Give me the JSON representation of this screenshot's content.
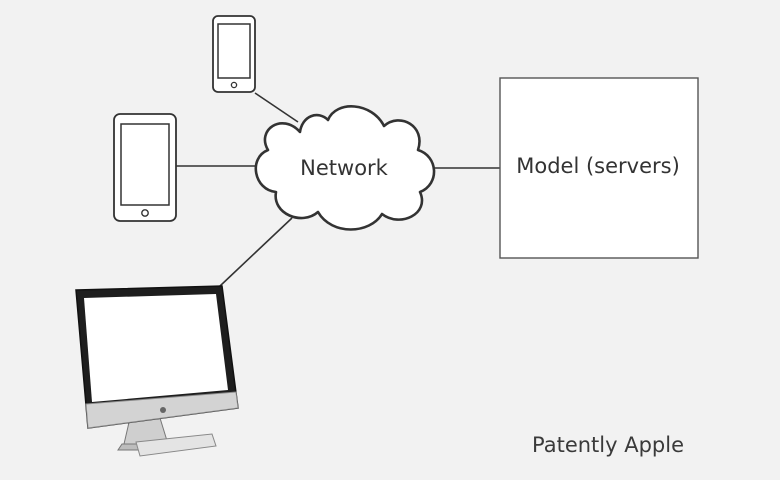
{
  "network": {
    "label": "Network"
  },
  "server": {
    "label": "Model (servers)"
  },
  "devices": [
    {
      "kind": "phone",
      "icon": "smartphone-icon"
    },
    {
      "kind": "tablet",
      "icon": "tablet-icon"
    },
    {
      "kind": "desktop",
      "icon": "desktop-computer-icon"
    }
  ],
  "watermark": "Patently Apple",
  "colors": {
    "background": "#f2f2f2",
    "stroke": "#333333",
    "fill": "#ffffff"
  }
}
